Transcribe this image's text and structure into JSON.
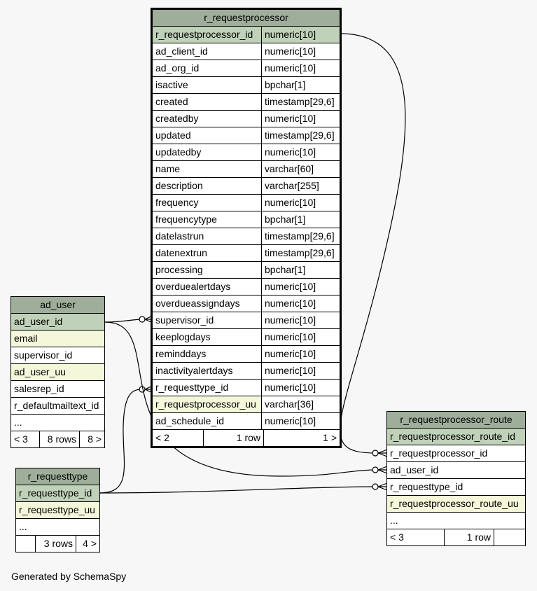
{
  "credit": "Generated by SchemaSpy",
  "r_requestprocessor": {
    "name": "r_requestprocessor",
    "columns": [
      {
        "name": "r_requestprocessor_id",
        "type": "numeric[10]"
      },
      {
        "name": "ad_client_id",
        "type": "numeric[10]"
      },
      {
        "name": "ad_org_id",
        "type": "numeric[10]"
      },
      {
        "name": "isactive",
        "type": "bpchar[1]"
      },
      {
        "name": "created",
        "type": "timestamp[29,6]"
      },
      {
        "name": "createdby",
        "type": "numeric[10]"
      },
      {
        "name": "updated",
        "type": "timestamp[29,6]"
      },
      {
        "name": "updatedby",
        "type": "numeric[10]"
      },
      {
        "name": "name",
        "type": "varchar[60]"
      },
      {
        "name": "description",
        "type": "varchar[255]"
      },
      {
        "name": "frequency",
        "type": "numeric[10]"
      },
      {
        "name": "frequencytype",
        "type": "bpchar[1]"
      },
      {
        "name": "datelastrun",
        "type": "timestamp[29,6]"
      },
      {
        "name": "datenextrun",
        "type": "timestamp[29,6]"
      },
      {
        "name": "processing",
        "type": "bpchar[1]"
      },
      {
        "name": "overduealertdays",
        "type": "numeric[10]"
      },
      {
        "name": "overdueassigndays",
        "type": "numeric[10]"
      },
      {
        "name": "supervisor_id",
        "type": "numeric[10]"
      },
      {
        "name": "keeplogdays",
        "type": "numeric[10]"
      },
      {
        "name": "reminddays",
        "type": "numeric[10]"
      },
      {
        "name": "inactivityalertdays",
        "type": "numeric[10]"
      },
      {
        "name": "r_requesttype_id",
        "type": "numeric[10]"
      },
      {
        "name": "r_requestprocessor_uu",
        "type": "varchar[36]"
      },
      {
        "name": "ad_schedule_id",
        "type": "numeric[10]"
      }
    ],
    "footer": {
      "parents": "< 2",
      "rows": "1 row",
      "children": "1 >"
    }
  },
  "ad_user": {
    "name": "ad_user",
    "columns": [
      "ad_user_id",
      "email",
      "supervisor_id",
      "ad_user_uu",
      "salesrep_id",
      "r_defaultmailtext_id",
      "..."
    ],
    "footer": {
      "parents": "< 3",
      "rows": "8 rows",
      "children": "8 >"
    }
  },
  "r_requesttype": {
    "name": "r_requesttype",
    "columns": [
      "r_requesttype_id",
      "r_requesttype_uu",
      "..."
    ],
    "footer": {
      "parents": "",
      "rows": "3 rows",
      "children": "4 >"
    }
  },
  "r_requestprocessor_route": {
    "name": "r_requestprocessor_route",
    "columns": [
      "r_requestprocessor_route_id",
      "r_requestprocessor_id",
      "ad_user_id",
      "r_requesttype_id",
      "r_requestprocessor_route_uu",
      "..."
    ],
    "footer": {
      "parents": "< 3",
      "rows": "1 row",
      "children": ""
    }
  }
}
